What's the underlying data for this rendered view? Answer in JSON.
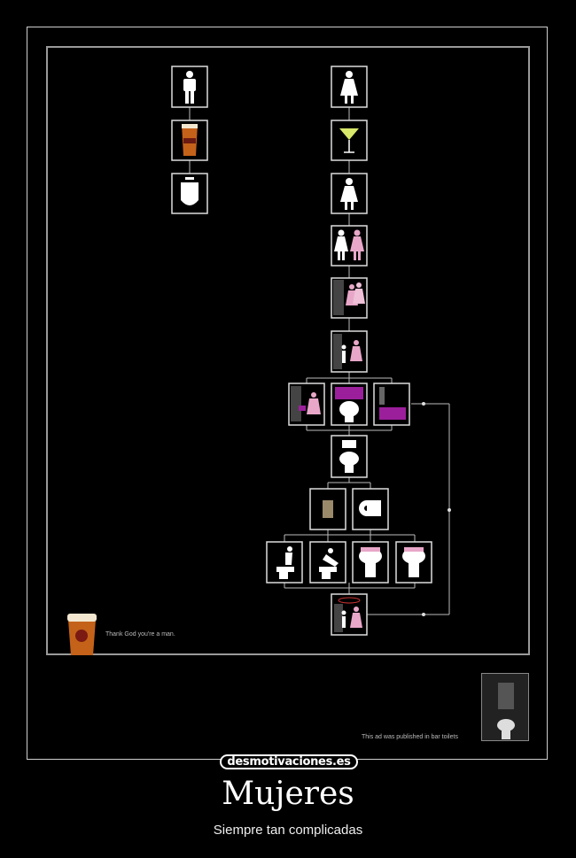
{
  "poster": {
    "tagline": "Thank God you're a man.",
    "ad_note": "This ad was published in bar toilets"
  },
  "site": {
    "logo_text": "desmotivaciones.es"
  },
  "caption": {
    "title": "Mujeres",
    "subtitle": "Siempre tan complicadas"
  },
  "colors": {
    "accent_pink": "#e8a7c8",
    "accent_purple": "#9b1f9b",
    "beer_amber": "#c4621a"
  },
  "icons": [
    "man-icon",
    "beer-icon",
    "urinal-icon",
    "woman-icon",
    "cocktail-icon",
    "toilet-icon",
    "toilet-paper-icon"
  ]
}
